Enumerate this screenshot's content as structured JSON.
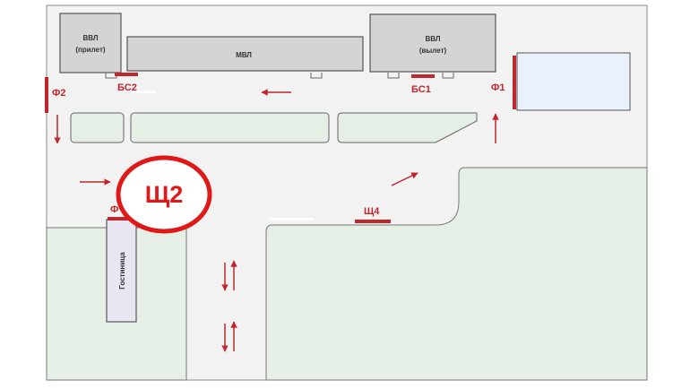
{
  "colors": {
    "road": "#f2f2f2",
    "green": "#e6efe5",
    "building": "#d4d4d4",
    "outline": "#555555",
    "red": "#c0272d",
    "bright_red": "#e01818",
    "blue_building": "#e9f1fb"
  },
  "buildings": {
    "vvl_arrival": {
      "line1": "ВВЛ",
      "line2": "(прилет)"
    },
    "mvl": {
      "label": "МВЛ"
    },
    "vvl_departure": {
      "line1": "ВВЛ",
      "line2": "(вылет)"
    },
    "hotel": {
      "label": "Гостиница"
    }
  },
  "markers": {
    "bs2": "БС2",
    "bs1": "БС1",
    "f1": "Ф1",
    "f2": "Ф2",
    "f_hotel": "Ф",
    "sh4": "Щ4",
    "sh2": "Щ2"
  }
}
